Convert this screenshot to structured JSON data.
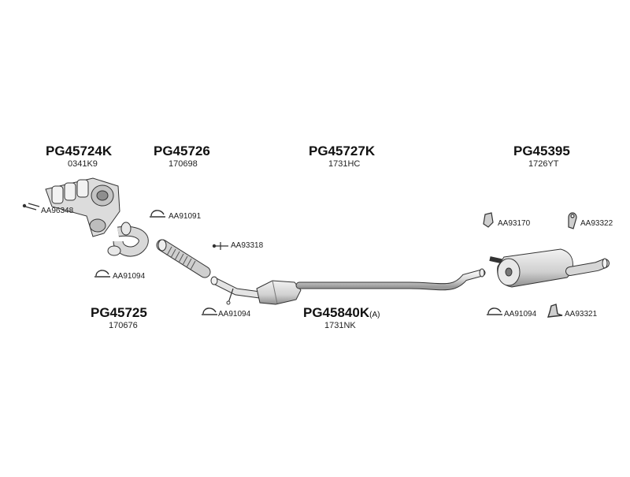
{
  "parts": [
    {
      "id": "manifold",
      "code": "PG45724K",
      "ref": "0341K9"
    },
    {
      "id": "flex-pipe",
      "code": "PG45726",
      "ref": "170698"
    },
    {
      "id": "front-pipe",
      "code": "PG45727K",
      "ref": "1731HC"
    },
    {
      "id": "rear-silencer",
      "code": "PG45395",
      "ref": "1726YT"
    },
    {
      "id": "down-pipe",
      "code": "PG45725",
      "ref": "170676"
    },
    {
      "id": "catalyst",
      "code": "PG45840K",
      "suffix": "(A)",
      "ref": "1731NK"
    }
  ],
  "accessories": [
    {
      "id": "aa96348",
      "code": "AA96348"
    },
    {
      "id": "aa91091",
      "code": "AA91091"
    },
    {
      "id": "aa91094-left",
      "code": "AA91094"
    },
    {
      "id": "aa93318",
      "code": "AA93318"
    },
    {
      "id": "aa91094-mid",
      "code": "AA91094"
    },
    {
      "id": "aa93170",
      "code": "AA93170"
    },
    {
      "id": "aa93322",
      "code": "AA93322"
    },
    {
      "id": "aa91094-right",
      "code": "AA91094"
    },
    {
      "id": "aa93321",
      "code": "AA93321"
    }
  ],
  "colors": {
    "line": "#333333",
    "fill": "#e6e6e6",
    "shade": "#b5b5b5",
    "text": "#111111"
  }
}
